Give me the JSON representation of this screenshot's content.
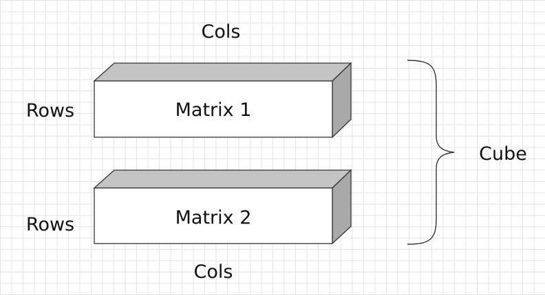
{
  "diagram": {
    "top_cols_label": "Cols",
    "bottom_cols_label": "Cols",
    "matrix1": {
      "rows_label": "Rows",
      "title": "Matrix 1"
    },
    "matrix2": {
      "rows_label": "Rows",
      "title": "Matrix 2"
    },
    "group_label": "Cube",
    "colors": {
      "face_front": "#ffffff",
      "face_top": "#c4c4c4",
      "face_side": "#a9a9a9",
      "outline": "#333333",
      "grid": "#e3e3e3"
    }
  }
}
